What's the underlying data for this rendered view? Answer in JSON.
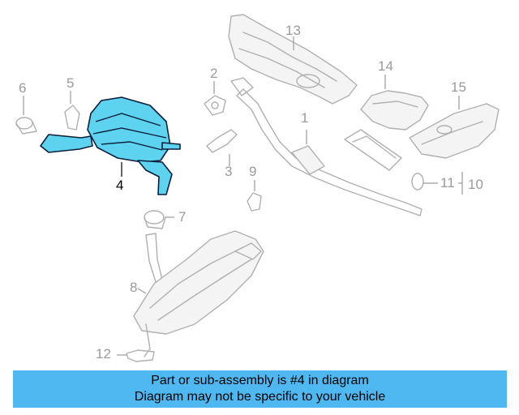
{
  "diagram": {
    "highlight_part": "4",
    "callouts": [
      {
        "id": "1",
        "label": "1"
      },
      {
        "id": "2",
        "label": "2"
      },
      {
        "id": "3",
        "label": "3"
      },
      {
        "id": "4",
        "label": "4"
      },
      {
        "id": "5",
        "label": "5"
      },
      {
        "id": "6",
        "label": "6"
      },
      {
        "id": "7",
        "label": "7"
      },
      {
        "id": "8",
        "label": "8"
      },
      {
        "id": "9",
        "label": "9"
      },
      {
        "id": "10",
        "label": "10"
      },
      {
        "id": "11",
        "label": "11"
      },
      {
        "id": "12",
        "label": "12"
      },
      {
        "id": "13",
        "label": "13"
      },
      {
        "id": "14",
        "label": "14"
      },
      {
        "id": "15",
        "label": "15"
      }
    ],
    "colors": {
      "highlight": "#5ed3f0",
      "banner": "#4fb8f0",
      "ghost_line": "#b0b0b0"
    }
  },
  "banner": {
    "line1": "Part or sub-assembly is #4 in diagram",
    "line2": "Diagram may not be specific to your vehicle"
  }
}
